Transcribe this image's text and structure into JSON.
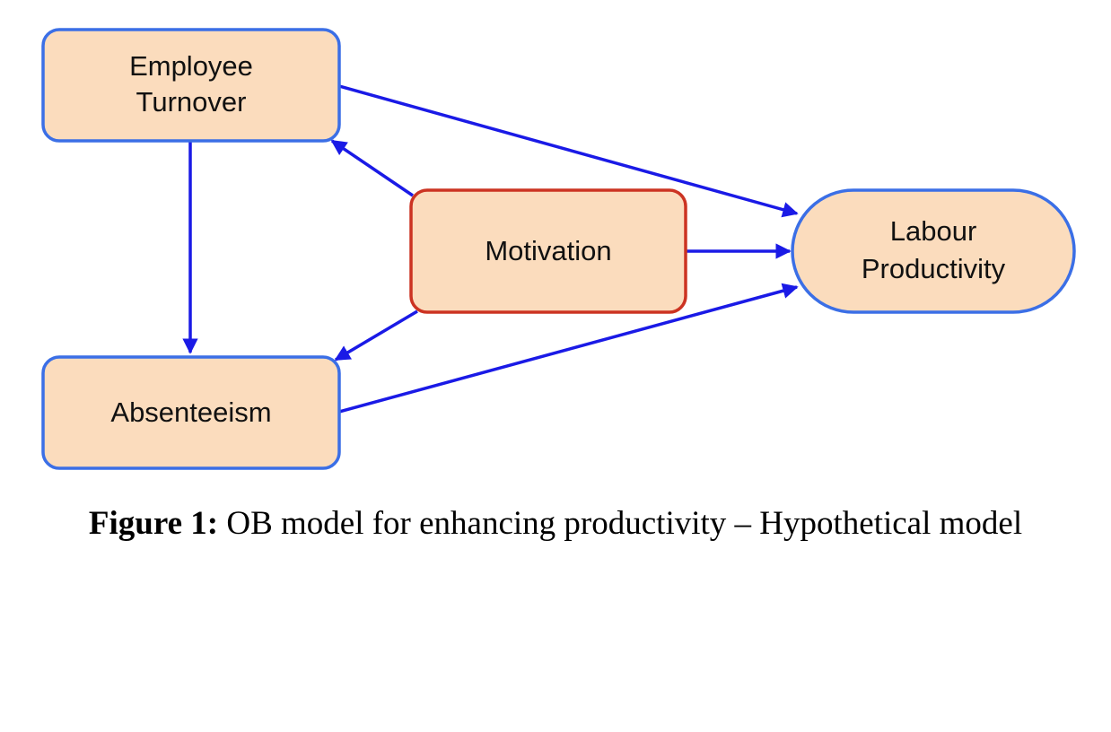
{
  "nodes": {
    "employee_turnover": {
      "line1": "Employee",
      "line2": "Turnover"
    },
    "motivation": {
      "label": "Motivation"
    },
    "labour_productivity": {
      "line1": "Labour",
      "line2": "Productivity"
    },
    "absenteeism": {
      "label": "Absenteeism"
    }
  },
  "caption": {
    "label": "Figure 1:",
    "text": " OB model for enhancing productivity – Hypothetical model"
  },
  "colors": {
    "node_fill": "#fbdcbd",
    "node_border": "#3b6fe6",
    "motivation_border": "#cc3322",
    "arrow": "#1a1ae6"
  }
}
